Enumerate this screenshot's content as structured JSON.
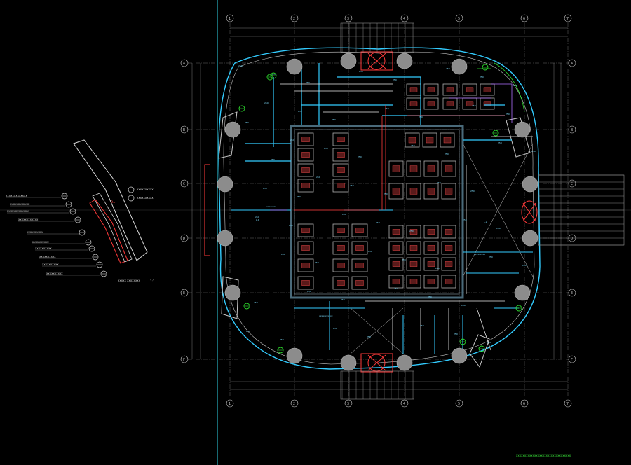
{
  "drawing": {
    "colors": {
      "background": "#000000",
      "grid_line": "#9a9a9a",
      "wall": "#c8c8c8",
      "duct_cyan": "#33ccff",
      "pipe_white": "#e8e8e8",
      "pipe_red": "#ff3a3a",
      "pipe_green": "#2ee02e",
      "column_fill": "#8c8c8c",
      "core": "#4a6a7a",
      "cursor_line": "#2fd3e6"
    },
    "legend_items": [
      {
        "text": "xxxxxxxxxxxxx",
        "symbol": "valve-icon"
      },
      {
        "text": "xxxxxxxxxxxx",
        "symbol": "valve-icon"
      },
      {
        "text": "xxxxxxxxxxxxx",
        "symbol": "valve-icon"
      },
      {
        "text": "xxxxxxxxxxxx",
        "symbol": "valve-icon"
      },
      {
        "text": "xxxxxxxxxx",
        "symbol": "valve-icon"
      },
      {
        "text": "xxxxxxxxxx",
        "symbol": "valve-icon"
      },
      {
        "text": "xxxxxxxxxx",
        "symbol": "valve-icon"
      },
      {
        "text": "xxxxxxxxxx",
        "symbol": "valve-icon"
      },
      {
        "text": "xxxxxxxxxx",
        "symbol": "valve-icon"
      },
      {
        "text": "xxxxxxxxxx",
        "symbol": "valve-icon"
      }
    ],
    "legend_right_items": [
      {
        "text": "xxxxxxxxxx",
        "symbol": "valve-icon"
      },
      {
        "text": "xxxxxxxxxx",
        "symbol": "valve-icon"
      }
    ],
    "legend_note": "xxxxx xxxxxxxx",
    "legend_scale": "1:1",
    "grid_bubbles_top": [
      "1",
      "2",
      "3",
      "4",
      "5",
      "6",
      "7"
    ],
    "grid_bubbles_side": [
      "A",
      "B",
      "C",
      "D",
      "E",
      "F"
    ],
    "drawing_title": "xxxxxxxxxxxxxxxxxxxxxxxxxxxxxxxxx"
  }
}
